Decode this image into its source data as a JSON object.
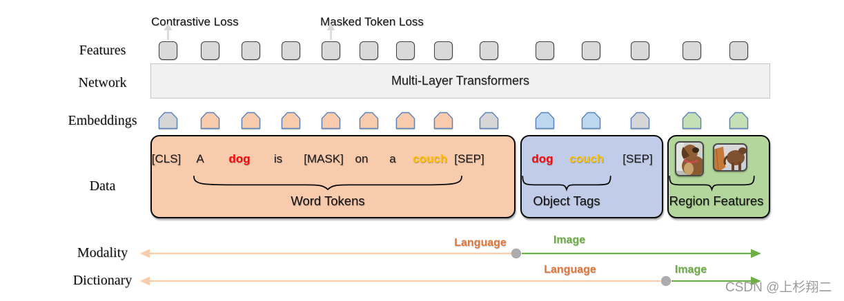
{
  "row_labels": {
    "features": "Features",
    "network": "Network",
    "embeddings": "Embeddings",
    "data": "Data",
    "modality": "Modality",
    "dictionary": "Dictionary"
  },
  "losses": {
    "contrastive": "Contrastive Loss",
    "masked_token": "Masked Token Loss"
  },
  "network": {
    "label": "Multi-Layer Transformers"
  },
  "features_row": {
    "count": 14
  },
  "embeddings_row": {
    "cells": [
      "special",
      "word",
      "word",
      "word",
      "word",
      "word",
      "word",
      "word",
      "special",
      "tag",
      "tag",
      "special",
      "region",
      "region"
    ]
  },
  "data_row": {
    "word_tokens": {
      "label": "Word Tokens",
      "tokens": [
        {
          "text": "[CLS]",
          "style": "plain"
        },
        {
          "text": "A",
          "style": "plain"
        },
        {
          "text": "dog",
          "style": "red"
        },
        {
          "text": "is",
          "style": "plain"
        },
        {
          "text": "[MASK]",
          "style": "plain"
        },
        {
          "text": "on",
          "style": "plain"
        },
        {
          "text": "a",
          "style": "plain"
        },
        {
          "text": "couch",
          "style": "gold"
        },
        {
          "text": "[SEP]",
          "style": "plain"
        }
      ]
    },
    "object_tags": {
      "label": "Object Tags",
      "tokens": [
        {
          "text": "dog",
          "style": "red"
        },
        {
          "text": "couch",
          "style": "gold"
        },
        {
          "text": "[SEP]",
          "style": "plain"
        }
      ]
    },
    "region_features": {
      "label": "Region Features",
      "image_count": 2
    }
  },
  "axes": {
    "modality": {
      "language": "Language",
      "image": "Image"
    },
    "dictionary": {
      "language": "Language",
      "image": "Image"
    }
  },
  "watermark": "CSDN @上杉翔二",
  "colors": {
    "special_fill": "#D6D6D6",
    "word_fill": "#F7CBAC",
    "tag_fill": "#BDD7EE",
    "region_fill": "#C5E0B4",
    "emb_stroke": "#5B83C0",
    "feature_fill": "#D9D9D9",
    "feature_stroke": "#3F3F3F",
    "network_fill": "#F1F1F1",
    "network_stroke": "#C6C6C6",
    "word_box_fill": "#F8CBAD",
    "tag_box_fill": "#C1CDE8",
    "region_box_fill": "#B2D69B",
    "box_stroke": "#0B0B0B",
    "token_plain": "#1A1A1A",
    "token_red": "#FB0A0A",
    "token_gold": "#FFC000",
    "language_orange": "#E0793B",
    "image_green": "#6FAE46",
    "axis_orange": "#F8CBAD",
    "axis_green": "#6FAE46",
    "dot_gray": "#ACACAC",
    "up_arrow_gray": "#D9D9D9",
    "watermark_gray": "#9B9B9B"
  }
}
